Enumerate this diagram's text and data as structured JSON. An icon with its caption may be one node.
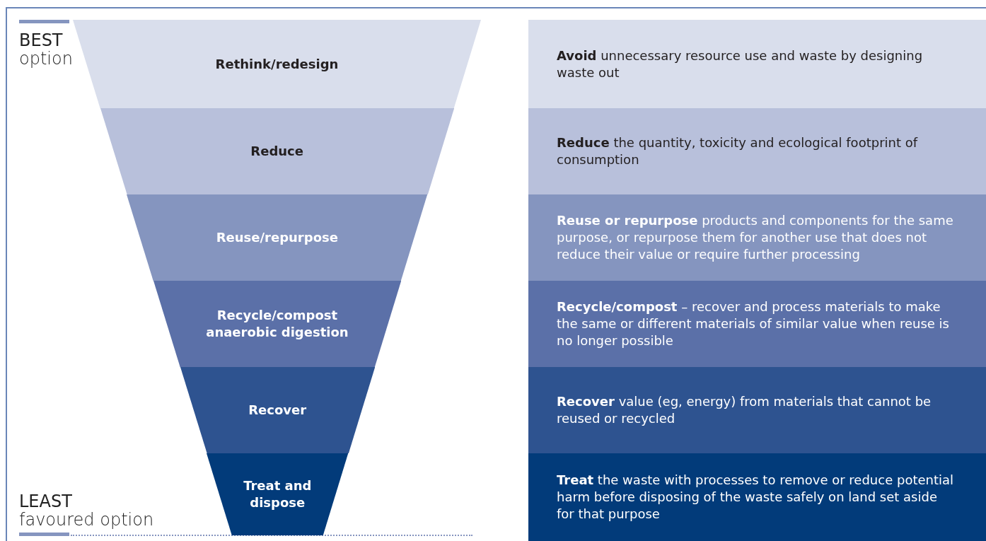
{
  "diagram": {
    "nodes": [
      {
        "text": [
          "Rethink/redesign"
        ]
      },
      {
        "text": [
          "Reduce"
        ]
      },
      {
        "text": [
          "Reuse/repurpose"
        ]
      },
      {
        "text": [
          "Recycle/compost anaerobic digestion"
        ]
      },
      {
        "text": [
          "Recover"
        ]
      },
      {
        "text": [
          "Treat and dispose"
        ]
      },
      {
        "text": [
          "**Avoid** unnecessary resource use and waste by designing waste out"
        ]
      },
      {
        "text": [
          "**Reduce** the quantity, toxicity and ecological footprint of consumption"
        ]
      },
      {
        "text": [
          "**Reuse or repurpose** products and components for the same purpose, or repurpose them for another use that does not reduce their value or require further processing"
        ]
      },
      {
        "text": [
          "**Recycle/compost**  – recover and process materials to make the same or different materials of similar value when reuse is no longer possible"
        ]
      },
      {
        "text": [
          "**Recover** value (eg, energy) from materials that cannot be reused or recycled"
        ]
      },
      {
        "text": [
          "**Treat** the waste with processes to remove or reduce potential harm before disposing of the waste safely on land set aside for that purpose"
        ]
      }
    ],
    "labels": [
      "**BEST** option",
      "**LEAST** favoured option"
    ]
  }
}
